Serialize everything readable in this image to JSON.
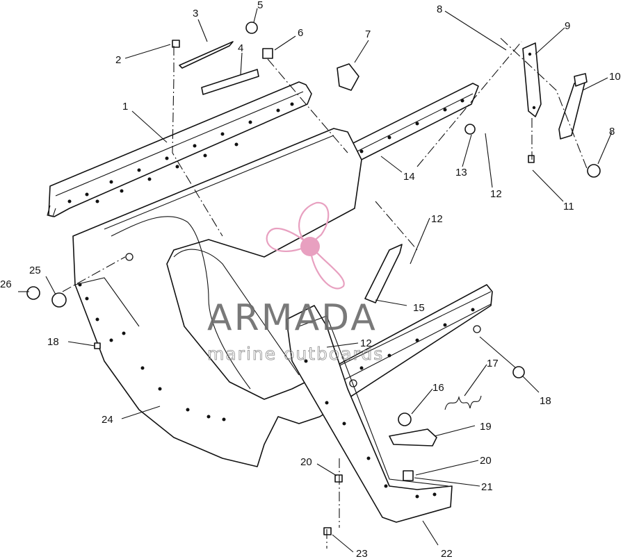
{
  "diagram": {
    "callouts": [
      {
        "id": "label-1",
        "text": "1"
      },
      {
        "id": "label-2",
        "text": "2"
      },
      {
        "id": "label-3",
        "text": "3"
      },
      {
        "id": "label-4",
        "text": "4"
      },
      {
        "id": "label-5",
        "text": "5"
      },
      {
        "id": "label-6",
        "text": "6"
      },
      {
        "id": "label-7",
        "text": "7"
      },
      {
        "id": "label-8a",
        "text": "8"
      },
      {
        "id": "label-8b",
        "text": "8"
      },
      {
        "id": "label-9",
        "text": "9"
      },
      {
        "id": "label-10",
        "text": "10"
      },
      {
        "id": "label-11",
        "text": "11"
      },
      {
        "id": "label-12a",
        "text": "12"
      },
      {
        "id": "label-12b",
        "text": "12"
      },
      {
        "id": "label-12c",
        "text": "12"
      },
      {
        "id": "label-13",
        "text": "13"
      },
      {
        "id": "label-14",
        "text": "14"
      },
      {
        "id": "label-15",
        "text": "15"
      },
      {
        "id": "label-16",
        "text": "16"
      },
      {
        "id": "label-17",
        "text": "17"
      },
      {
        "id": "label-18a",
        "text": "18"
      },
      {
        "id": "label-18b",
        "text": "18"
      },
      {
        "id": "label-19",
        "text": "19"
      },
      {
        "id": "label-20a",
        "text": "20"
      },
      {
        "id": "label-20b",
        "text": "20"
      },
      {
        "id": "label-21",
        "text": "21"
      },
      {
        "id": "label-22",
        "text": "22"
      },
      {
        "id": "label-23",
        "text": "23"
      },
      {
        "id": "label-24",
        "text": "24"
      },
      {
        "id": "label-25",
        "text": "25"
      },
      {
        "id": "label-26",
        "text": "26"
      }
    ]
  },
  "watermark": {
    "brand": "ARMADA",
    "tagline": "marine outboards",
    "accent_color": "#e8a0c0"
  }
}
